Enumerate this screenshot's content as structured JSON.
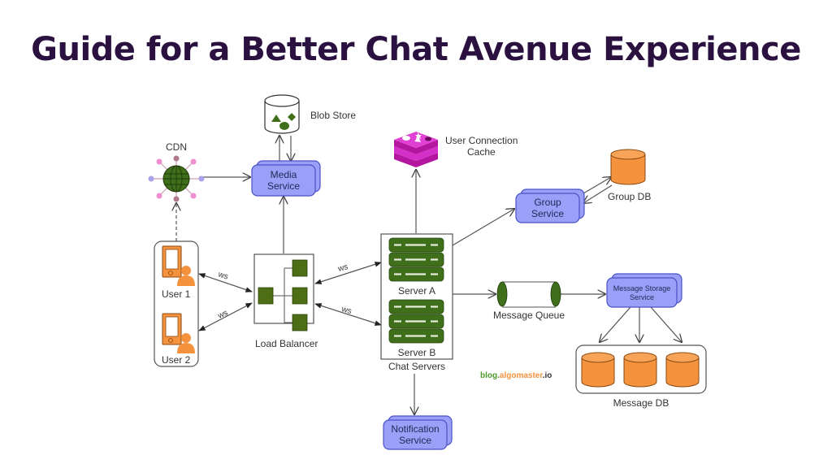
{
  "title": "Guide for a Better Chat Avenue Experience",
  "colors": {
    "title": "#2b1140",
    "service_fill": "#9aa0f7",
    "service_stroke": "#4a52c8",
    "server_green": "#3f6f1b",
    "db_orange": "#f5923e",
    "cache_magenta": "#d42fc8",
    "user_orange": "#f5923e"
  },
  "nodes": {
    "blob_store": {
      "label": "Blob Store",
      "icon": "database-shapes-icon"
    },
    "cdn": {
      "label": "CDN",
      "icon": "globe-network-icon"
    },
    "media_service": {
      "label_line1": "Media",
      "label_line2": "Service"
    },
    "user_connection_cache": {
      "label_line1": "User Connection",
      "label_line2": "Cache",
      "icon": "redis-cache-icon"
    },
    "group_service": {
      "label_line1": "Group",
      "label_line2": "Service"
    },
    "group_db": {
      "label": "Group DB"
    },
    "users": [
      {
        "label": "User 1",
        "icon": "mobile-user-icon"
      },
      {
        "label": "User 2",
        "icon": "mobile-user-icon"
      }
    ],
    "load_balancer": {
      "label": "Load Balancer"
    },
    "chat_servers": {
      "label": "Chat Servers",
      "servers": [
        {
          "label": "Server A"
        },
        {
          "label": "Server B"
        }
      ]
    },
    "message_queue": {
      "label": "Message Queue"
    },
    "message_storage_service": {
      "label_line1": "Message Storage",
      "label_line2": "Service"
    },
    "message_db": {
      "label": "Message DB",
      "shards": 3
    },
    "notification_service": {
      "label_line1": "Notification",
      "label_line2": "Service"
    }
  },
  "edges": {
    "ws_label": "ws"
  },
  "watermark": {
    "part1": "blog.",
    "part2": "algomaster",
    "part3": ".io"
  }
}
